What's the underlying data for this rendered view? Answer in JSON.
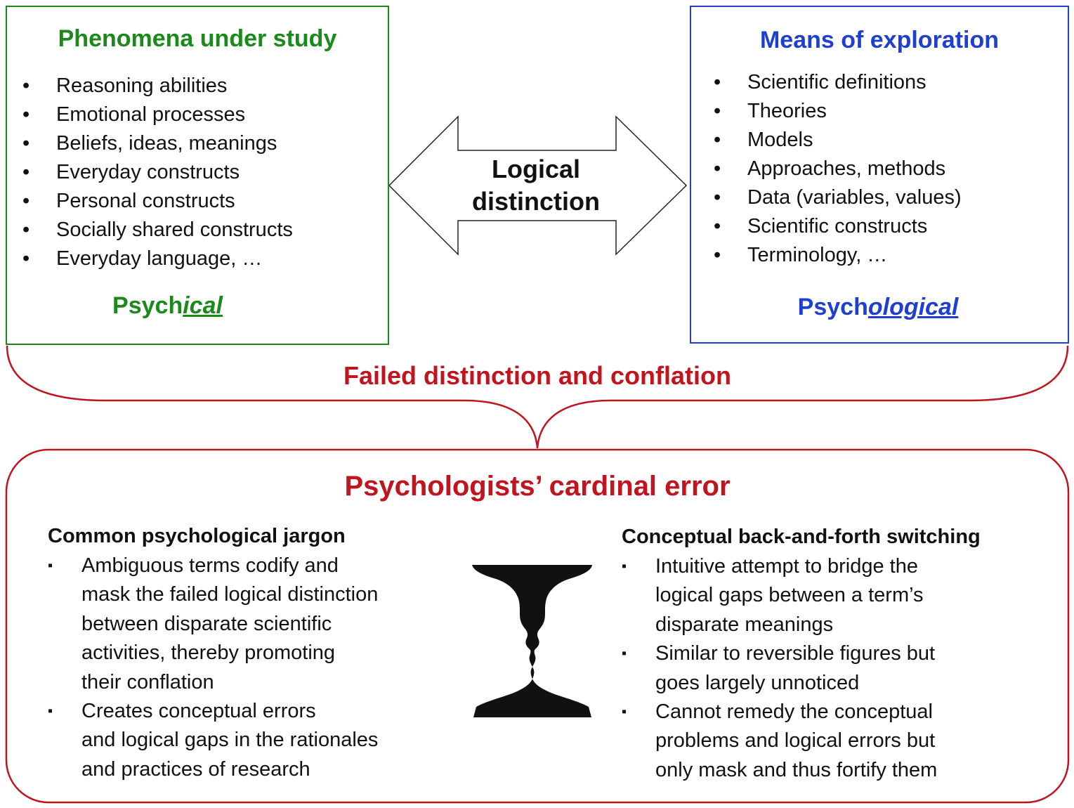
{
  "phenomena": {
    "title": "Phenomena under study",
    "items": [
      "Reasoning abilities",
      "Emotional processes",
      "Beliefs, ideas, meanings",
      "Everyday constructs",
      "Personal constructs",
      "Socially shared constructs",
      "Everyday language, …"
    ],
    "label_stem": "Psych",
    "label_suffix": "ical"
  },
  "means": {
    "title": "Means of exploration",
    "items": [
      "Scientific definitions",
      "Theories",
      "Models",
      "Approaches, methods",
      "Data (variables, values)",
      "Scientific constructs",
      "Terminology, …"
    ],
    "label_stem": "Psych",
    "label_suffix": "ological"
  },
  "arrow": {
    "line1": "Logical",
    "line2": "distinction"
  },
  "brace_title": "Failed distinction and conflation",
  "error": {
    "title": "Psychologists’ cardinal error",
    "left": {
      "heading": "Common psychological jargon",
      "items": [
        "Ambiguous terms codify and\nmask the failed logical distinction\nbetween disparate scientific\nactivities, thereby promoting\ntheir conflation",
        "Creates conceptual errors\nand logical gaps in the rationales\nand practices of research"
      ]
    },
    "right": {
      "heading": "Conceptual back-and-forth switching",
      "items": [
        "Intuitive attempt to bridge the\nlogical gaps between a term’s\ndisparate meanings",
        "Similar to reversible figures but\ngoes largely unnoticed",
        "Cannot remedy the conceptual\nproblems and logical errors but\nonly mask and thus fortify them"
      ]
    }
  },
  "colors": {
    "green": "#1a8a1a",
    "blue": "#1f3fd0",
    "red": "#c0141e"
  },
  "icons": {
    "figure": "rubin-vase-icon",
    "arrow": "double-arrow-icon"
  }
}
